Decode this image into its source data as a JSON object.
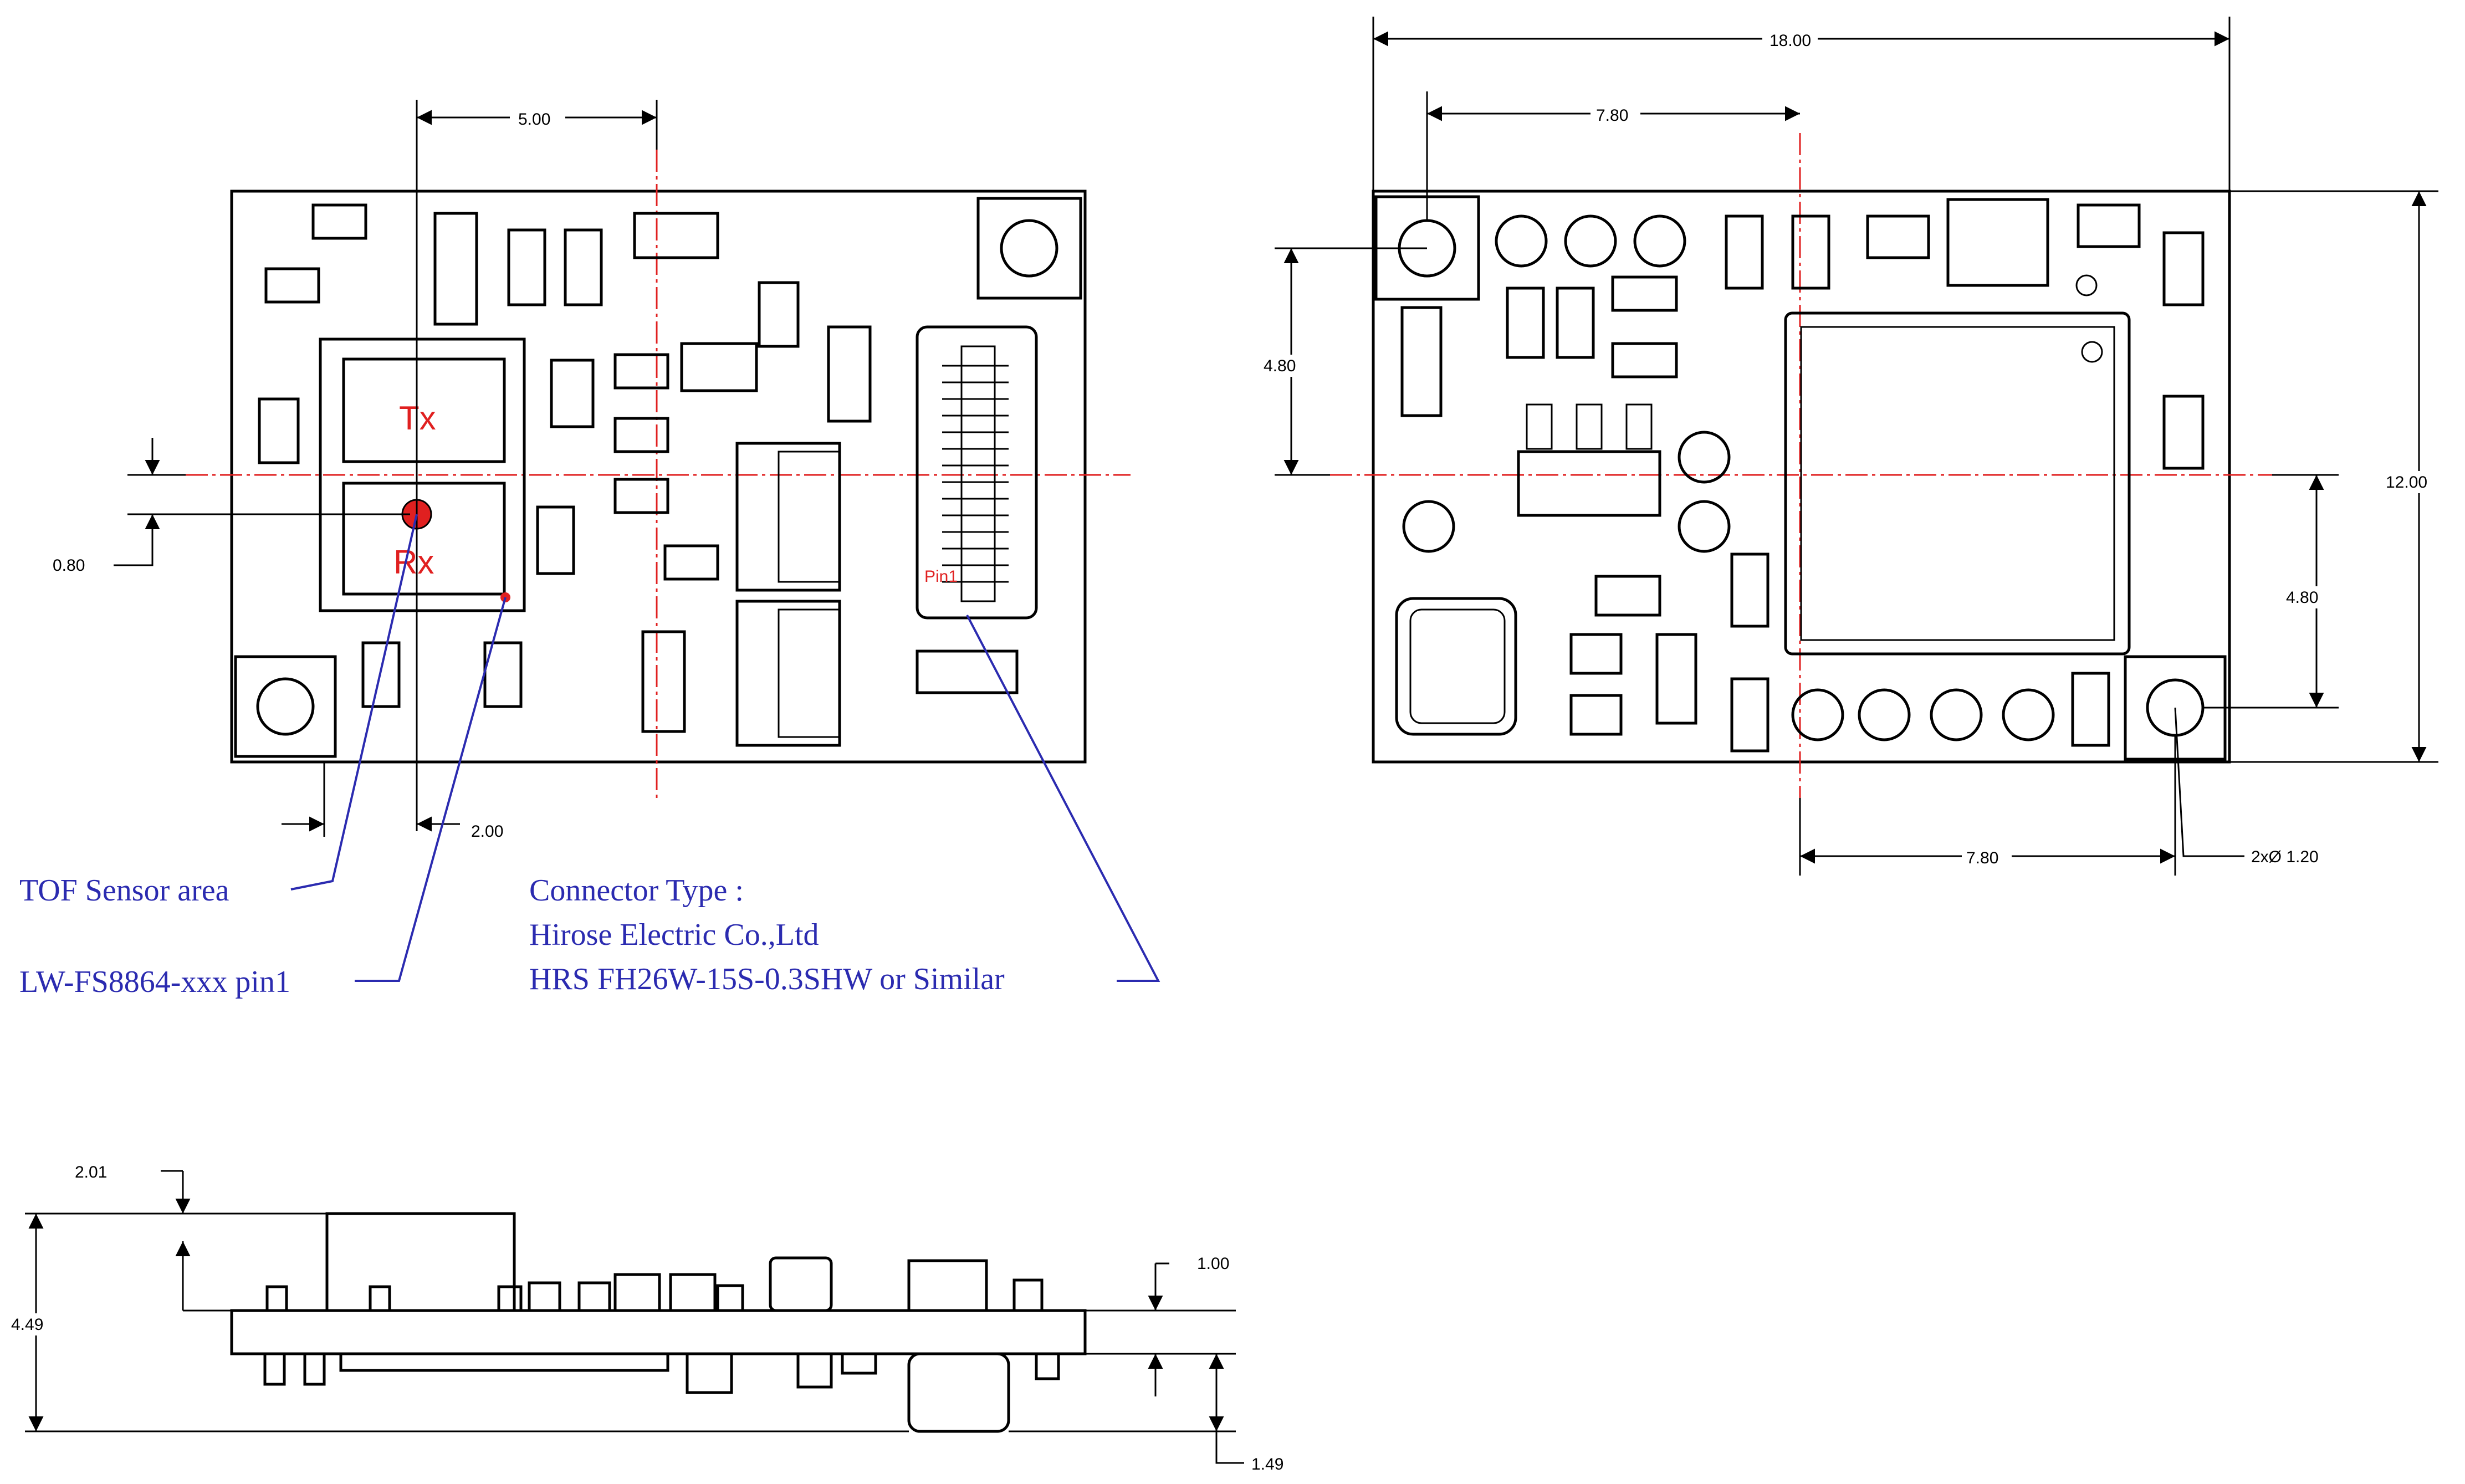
{
  "top_view": {
    "dim_sensor_offset": "5.00",
    "dim_sensor_gap": "0.80",
    "dim_pin_offset": "2.00",
    "tx_label": "Tx",
    "rx_label": "Rx",
    "pin_label": "Pin1"
  },
  "bottom_view": {
    "dim_width": "18.00",
    "dim_hole_pitch_top": "7.80",
    "dim_hole_pitch_bottom": "7.80",
    "dim_height": "12.00",
    "dim_hole_offset_left": "4.80",
    "dim_hole_offset_right": "4.80",
    "dim_hole_diameter": "2xØ 1.20"
  },
  "side_view": {
    "dim_component_height": "2.01",
    "dim_total_height": "4.49",
    "dim_board_thickness": "1.00",
    "dim_bottom_height": "1.49"
  },
  "annotations": {
    "tof_sensor_area": "TOF Sensor area",
    "pin1_label": "LW-FS8864-xxx pin1",
    "connector_type": "Connector Type :",
    "connector_maker": "Hirose Electric Co.,Ltd",
    "connector_part": "HRS FH26W-15S-0.3SHW or Similar"
  },
  "colors": {
    "line": "#000000",
    "center_line": "#e02020",
    "annotation": "#2b2bb0"
  }
}
